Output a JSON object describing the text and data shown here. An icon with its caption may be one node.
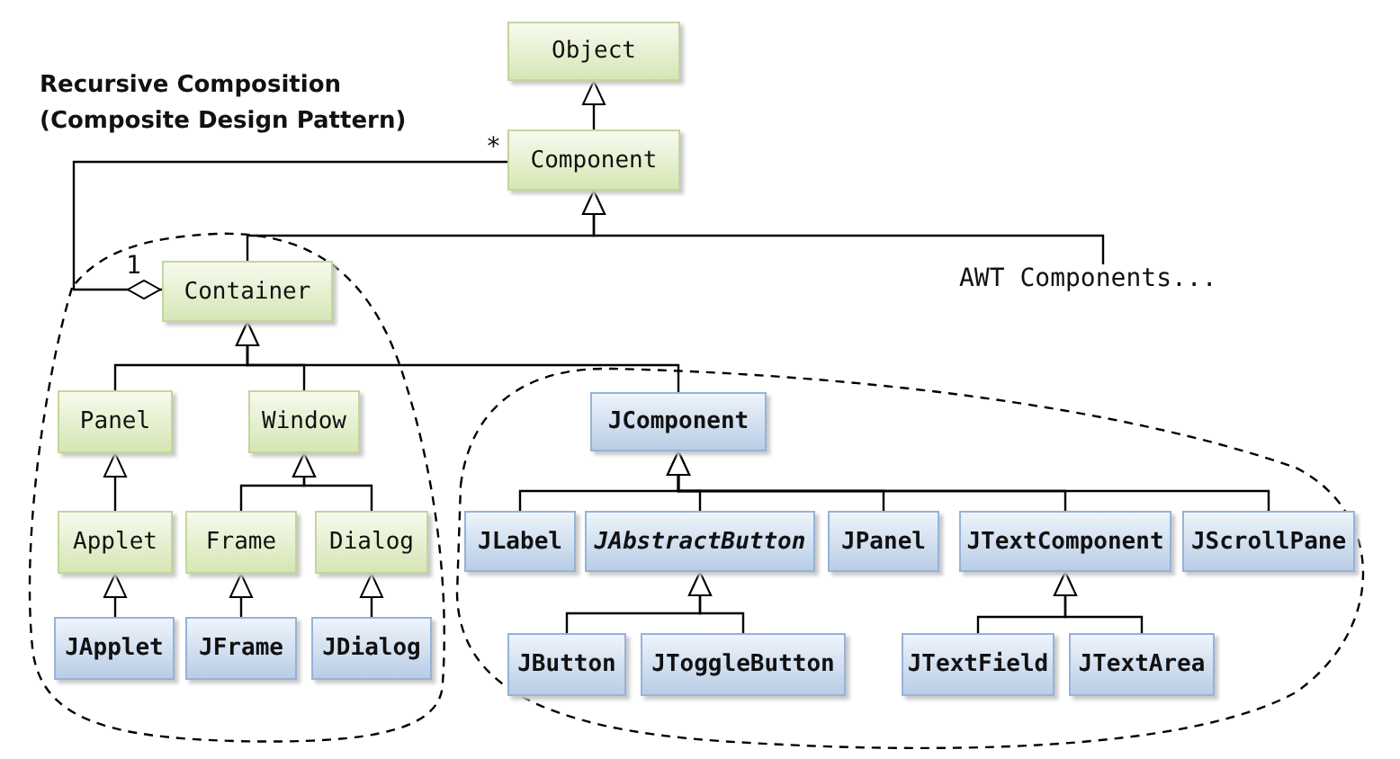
{
  "diagram": {
    "nodes": [
      {
        "text": [
          "Object"
        ]
      },
      {
        "text": [
          "Component"
        ]
      },
      {
        "text": [
          "Container"
        ]
      },
      {
        "text": [
          "AWT Components..."
        ]
      },
      {
        "text": [
          "Panel"
        ]
      },
      {
        "text": [
          "Window"
        ]
      },
      {
        "text": [
          "Applet"
        ]
      },
      {
        "text": [
          "Frame"
        ]
      },
      {
        "text": [
          "Dialog"
        ]
      },
      {
        "text": [
          "JApplet"
        ]
      },
      {
        "text": [
          "JFrame"
        ]
      },
      {
        "text": [
          "JDialog"
        ]
      },
      {
        "text": [
          "JComponent"
        ]
      },
      {
        "text": [
          "JLabel"
        ]
      },
      {
        "text": [
          "JAbstractButton"
        ]
      },
      {
        "text": [
          "JPanel"
        ]
      },
      {
        "text": [
          "JTextComponent"
        ]
      },
      {
        "text": [
          "JScrollPane"
        ]
      },
      {
        "text": [
          "JButton"
        ]
      },
      {
        "text": [
          "JToggleButton"
        ]
      },
      {
        "text": [
          "JTextField"
        ]
      },
      {
        "text": [
          "JTextArea"
        ]
      }
    ],
    "edges": [
      {
        "from": 1,
        "to": 0,
        "arrow": "to"
      },
      {
        "from": 2,
        "to": 1,
        "arrow": "to"
      },
      {
        "from": 3,
        "to": 1,
        "arrow": "to"
      },
      {
        "from": 12,
        "to": 2,
        "arrow": "to"
      },
      {
        "from": 4,
        "to": 2,
        "arrow": "to"
      },
      {
        "from": 5,
        "to": 2,
        "arrow": "to"
      },
      {
        "from": 6,
        "to": 4,
        "arrow": "to"
      },
      {
        "from": 7,
        "to": 5,
        "arrow": "to"
      },
      {
        "from": 8,
        "to": 5,
        "arrow": "to"
      },
      {
        "from": 9,
        "to": 6,
        "arrow": "to"
      },
      {
        "from": 10,
        "to": 7,
        "arrow": "to"
      },
      {
        "from": 11,
        "to": 8,
        "arrow": "to"
      },
      {
        "from": 13,
        "to": 12,
        "arrow": "to"
      },
      {
        "from": 14,
        "to": 12,
        "arrow": "to"
      },
      {
        "from": 15,
        "to": 12,
        "arrow": "to"
      },
      {
        "from": 16,
        "to": 12,
        "arrow": "to"
      },
      {
        "from": 17,
        "to": 12,
        "arrow": "to"
      },
      {
        "from": 18,
        "to": 14,
        "arrow": "to"
      },
      {
        "from": 19,
        "to": 14,
        "arrow": "to"
      },
      {
        "from": 20,
        "to": 16,
        "arrow": "to"
      },
      {
        "from": 21,
        "to": 16,
        "arrow": "to"
      },
      {
        "from": 1,
        "to": 2,
        "arrow": "other"
      }
    ],
    "labels": [
      "Recursive Composition (Composite Design Pattern)",
      "*",
      "1"
    ]
  }
}
